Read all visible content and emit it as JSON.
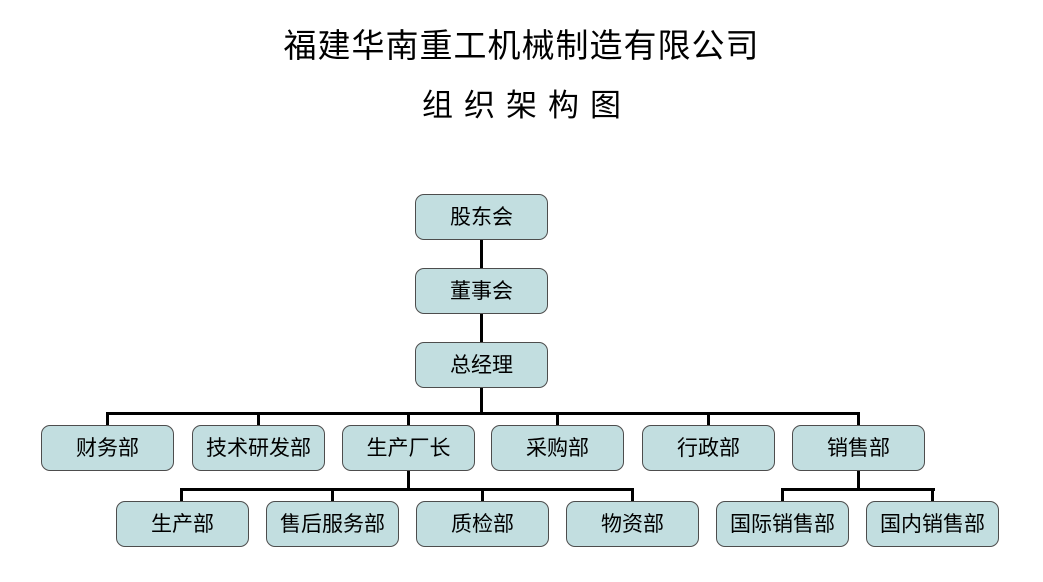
{
  "titles": {
    "company": "福建华南重工机械制造有限公司",
    "subtitle": "组织架构图"
  },
  "chart_data": {
    "type": "diagram",
    "diagram_type": "organization-chart",
    "title": "福建华南重工机械制造有限公司 组织架构图",
    "node_fill_color": "#c2dee0",
    "node_border_color": "#4d4d4d",
    "connector_color": "#000000",
    "levels": [
      {
        "level": 1,
        "labels": [
          "股东会"
        ]
      },
      {
        "level": 2,
        "labels": [
          "董事会"
        ]
      },
      {
        "level": 3,
        "labels": [
          "总经理"
        ]
      },
      {
        "level": 4,
        "labels": [
          "财务部",
          "技术研发部",
          "生产厂长",
          "采购部",
          "行政部",
          "销售部"
        ]
      },
      {
        "level": 5,
        "labels": [
          "生产部",
          "售后服务部",
          "质检部",
          "物资部",
          "国际销售部",
          "国内销售部"
        ]
      }
    ],
    "edges": [
      {
        "from": "股东会",
        "to": "董事会"
      },
      {
        "from": "董事会",
        "to": "总经理"
      },
      {
        "from": "总经理",
        "to": "财务部"
      },
      {
        "from": "总经理",
        "to": "技术研发部"
      },
      {
        "from": "总经理",
        "to": "生产厂长"
      },
      {
        "from": "总经理",
        "to": "采购部"
      },
      {
        "from": "总经理",
        "to": "行政部"
      },
      {
        "from": "总经理",
        "to": "销售部"
      },
      {
        "from": "生产厂长",
        "to": "生产部"
      },
      {
        "from": "生产厂长",
        "to": "售后服务部"
      },
      {
        "from": "生产厂长",
        "to": "质检部"
      },
      {
        "from": "生产厂长",
        "to": "物资部"
      },
      {
        "from": "销售部",
        "to": "国际销售部"
      },
      {
        "from": "销售部",
        "to": "国内销售部"
      }
    ]
  },
  "nodes": {
    "shareholders": "股东会",
    "board": "董事会",
    "general_manager": "总经理",
    "finance": "财务部",
    "rnd": "技术研发部",
    "production_chief": "生产厂长",
    "purchasing": "采购部",
    "admin": "行政部",
    "sales": "销售部",
    "production": "生产部",
    "after_sales": "售后服务部",
    "quality": "质检部",
    "materials": "物资部",
    "intl_sales": "国际销售部",
    "domestic_sales": "国内销售部"
  }
}
